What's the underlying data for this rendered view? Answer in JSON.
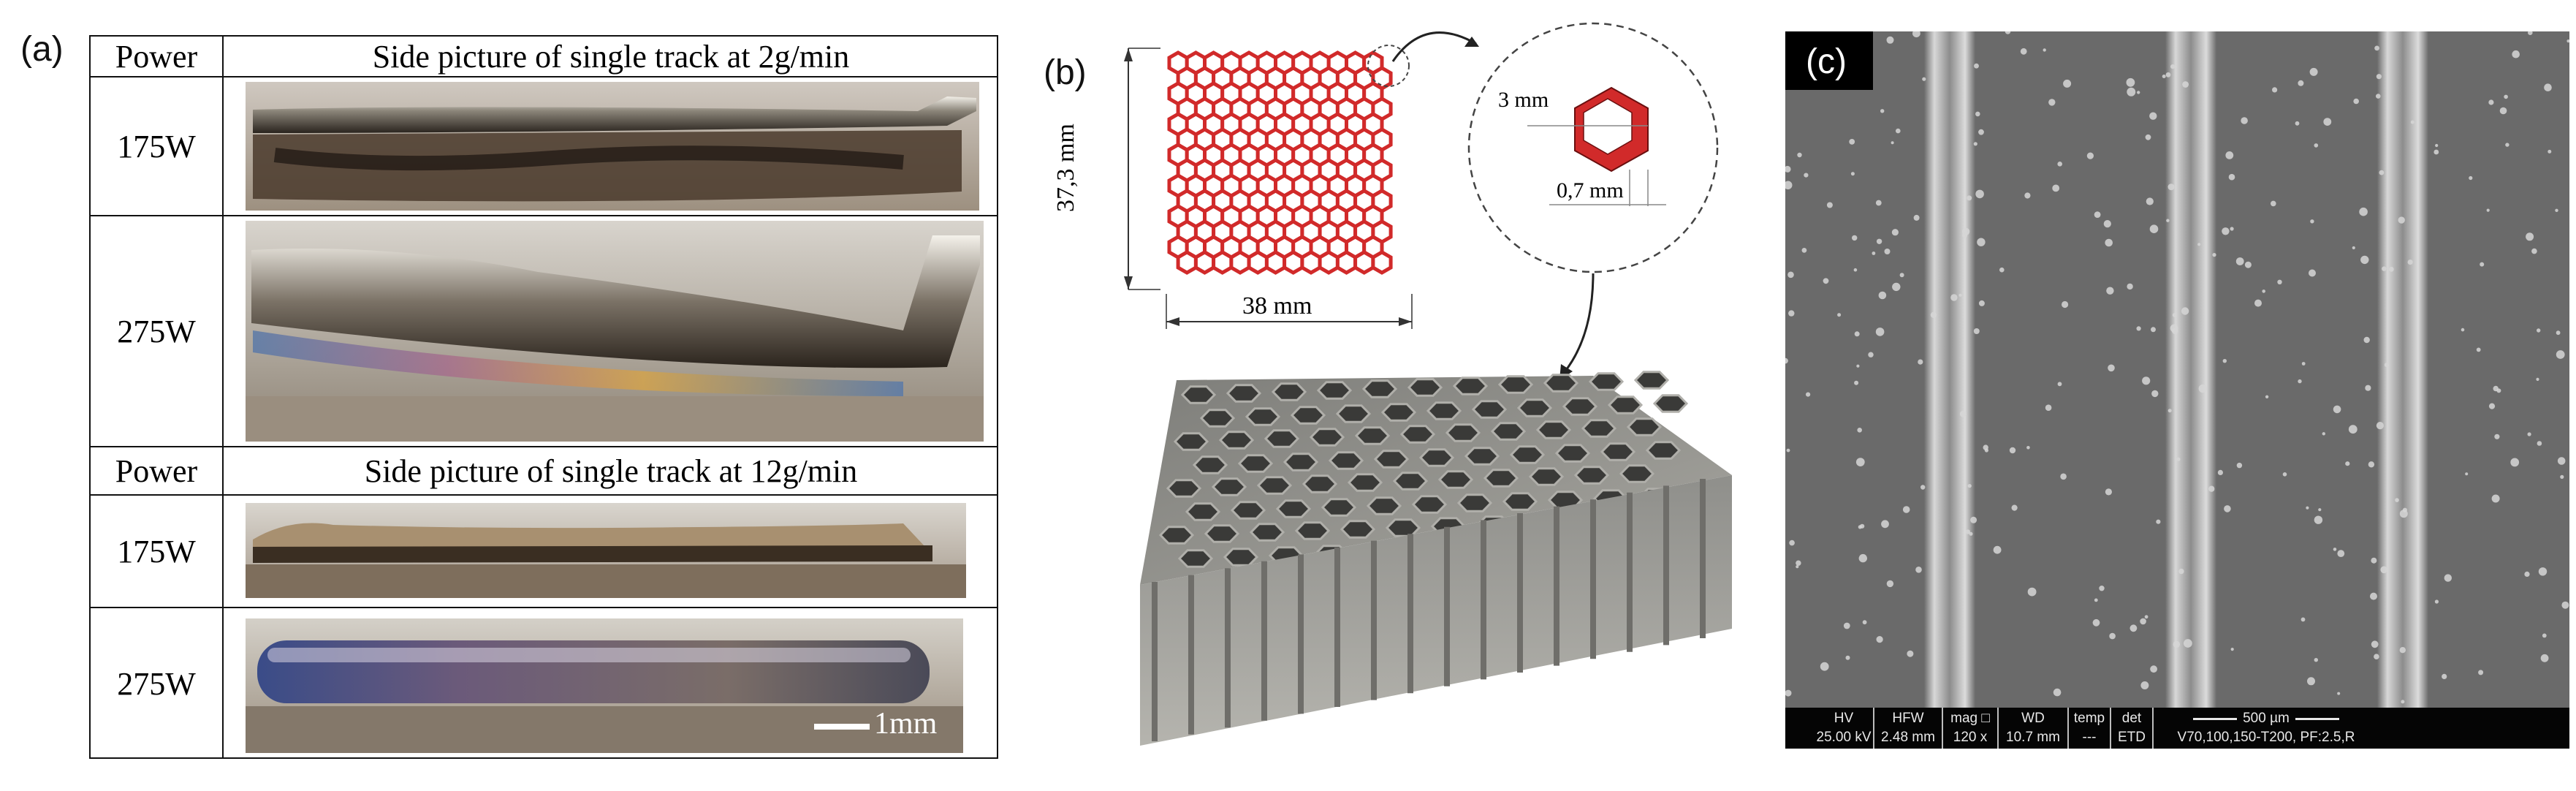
{
  "panel_a": {
    "label": "(a)",
    "header1": {
      "power": "Power",
      "title": "Side picture of single track at 2g/min"
    },
    "rows1": [
      {
        "power": "175W"
      },
      {
        "power": "275W"
      }
    ],
    "header2": {
      "power": "Power",
      "title": "Side picture of single track at 12g/min"
    },
    "rows2": [
      {
        "power": "175W"
      },
      {
        "power": "275W"
      }
    ],
    "scale_bar": "1mm"
  },
  "panel_b": {
    "label": "(b)",
    "height_dim": "37,3 mm",
    "width_dim": "38 mm",
    "cell_size": "3 mm",
    "wall_thickness": "0,7 mm"
  },
  "panel_c": {
    "label": "(c)",
    "scale_bar": "500 µm",
    "databar": {
      "hv_label": "HV",
      "hv_value": "25.00 kV",
      "hfw_label": "HFW",
      "hfw_value": "2.48 mm",
      "mag_label": "mag □",
      "mag_value": "120 x",
      "wd_label": "WD",
      "wd_value": "10.7 mm",
      "temp_label": "temp",
      "temp_value": "---",
      "det_label": "det",
      "det_value": "ETD",
      "sample": "V70,100,150-T200, PF:2.5,R"
    }
  },
  "colors": {
    "hex_red": "#d12a2a",
    "sem_bg": "#6b6b6b"
  }
}
